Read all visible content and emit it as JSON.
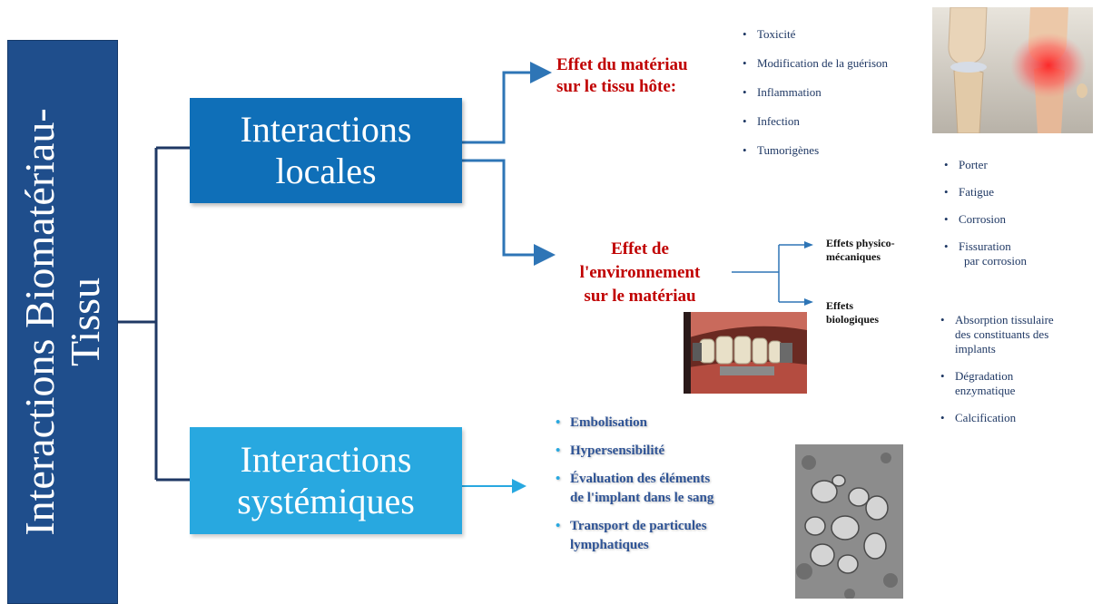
{
  "sidebar": {
    "title_line1": "Interactions Biomatériau-",
    "title_line2": "Tissu"
  },
  "local_box": {
    "line1": "Interactions",
    "line2": "locales"
  },
  "systemic_box": {
    "line1": "Interactions",
    "line2": "systémiques"
  },
  "effect_material": {
    "line1": "Effet du matériau",
    "line2": "sur le tissu hôte:"
  },
  "effect_environment": {
    "line1": "Effet de",
    "line2": "l'environnement",
    "line3": "sur le matériau"
  },
  "host_effects": [
    "Toxicité",
    "Modification de la guérison",
    "Inflammation",
    "Infection",
    "Tumorigènes"
  ],
  "physico": {
    "line1": "Effets physico-",
    "line2": "mécaniques"
  },
  "biologic": {
    "line1": "Effets",
    "line2": "biologiques"
  },
  "physico_effects": {
    "items": [
      "Porter",
      "Fatigue",
      "Corrosion"
    ],
    "last_line1": "Fissuration",
    "last_line2": "par corrosion"
  },
  "bio_effects": {
    "item1_lines": [
      "Absorption tissulaire",
      "des constituants des",
      "implants"
    ],
    "item2_lines": [
      "Dégradation",
      "enzymatique"
    ],
    "item3": "Calcification"
  },
  "systemic_effects": {
    "item1": "Embolisation",
    "item2": "Hypersensibilité",
    "item3_lines": [
      "Évaluation des éléments",
      "de l'implant dans le sang"
    ],
    "item4_lines": [
      "Transport de particules",
      "lymphatiques"
    ]
  },
  "images": {
    "knee": "knee-photo",
    "teeth": "teeth-photo",
    "micrograph": "sem-micrograph"
  },
  "colors": {
    "dark_blue": "#1f4e8c",
    "local_blue": "#0f6fb8",
    "systemic_blue": "#28a8e0",
    "red": "#c00000",
    "navy_text": "#1f3864",
    "connector": "#1f3864"
  }
}
